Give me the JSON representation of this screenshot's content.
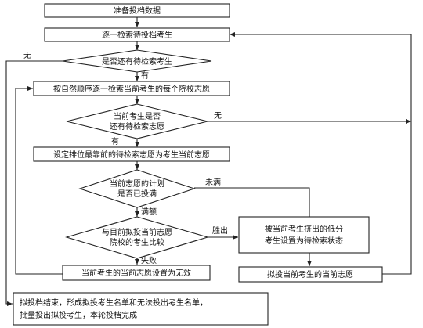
{
  "nodes": {
    "prepare": "准备投档数据",
    "retrieve_candidates": "逐一检索待投档考生",
    "has_candidate": "是否还有待检索考生",
    "retrieve_choices": "按自然顺序逐一检索当前考生的每个院校志愿",
    "has_choice_line1": "当前考生是否",
    "has_choice_line2": "还有待检索志愿",
    "set_choice": "设定排位最靠前的待检索志愿为考生当前志愿",
    "plan_full_line1": "当前志愿的计划",
    "plan_full_line2": "是否已投满",
    "compare_line1": "与目前拟投当前志愿",
    "compare_line2": "院校的考生比较",
    "set_invalid": "当前考生的当前志愿设置为无效",
    "squeezed_line1": "被当前考生挤出的低分",
    "squeezed_line2": "考生设置为待检索状态",
    "tentative": "拟投当前考生的当前志愿",
    "end_line1": "拟投档结束，形成拟投考生名单和无法投出考生名单，",
    "end_line2": "批量投出拟投考生，本轮投档完成"
  },
  "labels": {
    "no_candidate": "无",
    "has_candidate": "有",
    "no_choice": "无",
    "has_choice": "有",
    "not_full": "未满",
    "full": "满额",
    "win": "胜出",
    "lose": "失败"
  }
}
